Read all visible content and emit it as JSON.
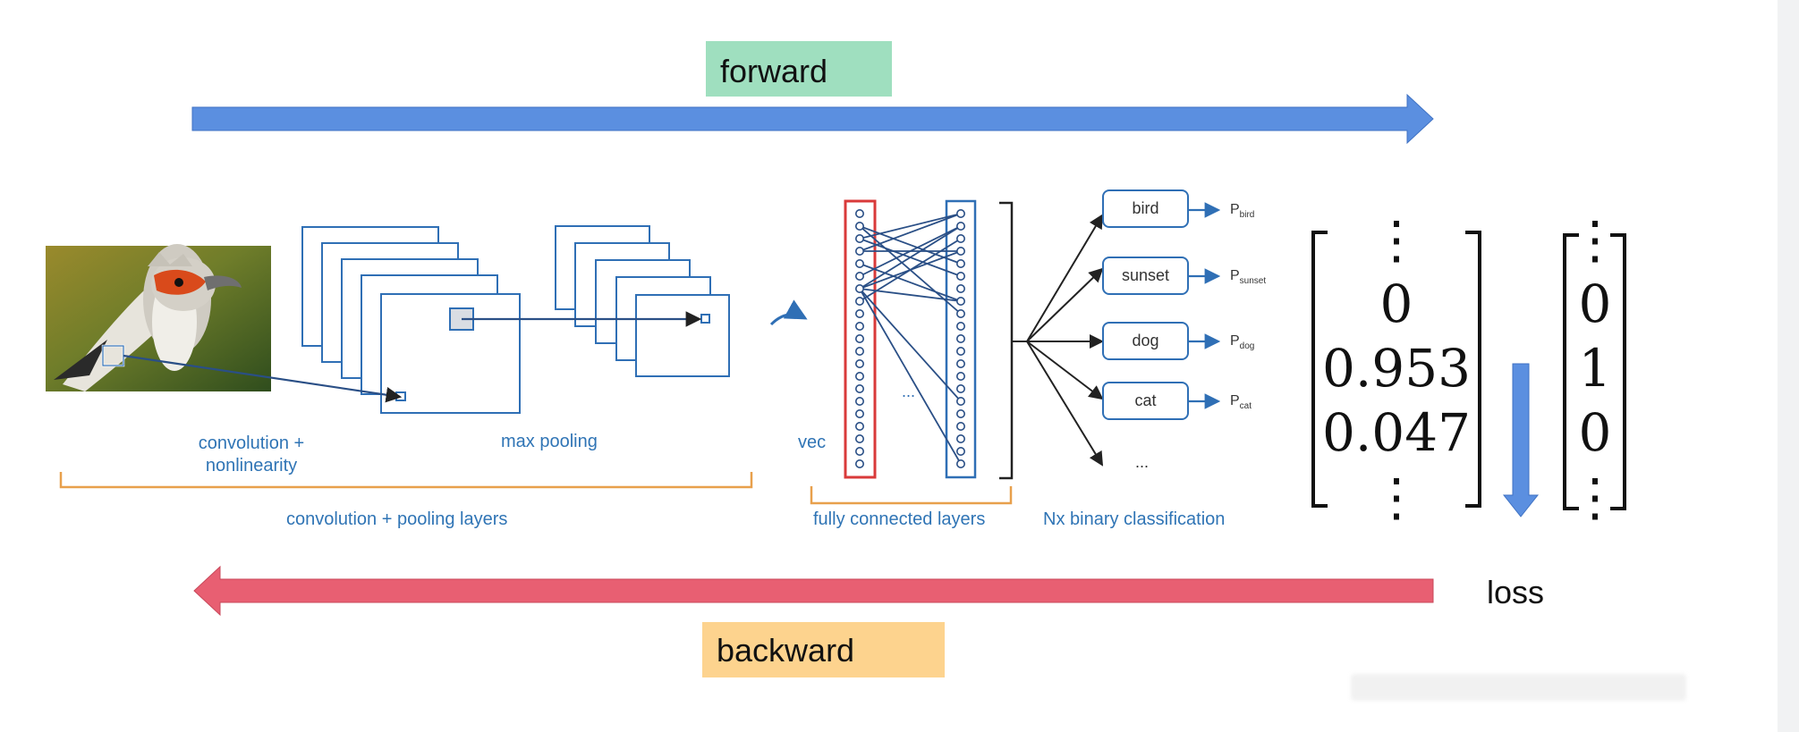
{
  "labels": {
    "forward": "forward",
    "backward": "backward",
    "loss": "loss",
    "conv_nonlin_line1": "convolution +",
    "conv_nonlin_line2": "nonlinearity",
    "max_pooling": "max pooling",
    "conv_pool_layers": "convolution + pooling layers",
    "vec": "vec",
    "fully_connected": "fully connected layers",
    "binary_classification": "Nx binary classification",
    "dots_middle": "...",
    "dots_classes": "..."
  },
  "classes": [
    {
      "label": "bird",
      "prob_letter": "P",
      "prob_sub": "bird"
    },
    {
      "label": "sunset",
      "prob_letter": "P",
      "prob_sub": "sunset"
    },
    {
      "label": "dog",
      "prob_letter": "P",
      "prob_sub": "dog"
    },
    {
      "label": "cat",
      "prob_letter": "P",
      "prob_sub": "cat"
    }
  ],
  "prediction_vector": {
    "top": "⋮",
    "values": [
      "0",
      "0.953",
      "0.047"
    ],
    "bottom": "⋮"
  },
  "target_vector": {
    "top": "⋮",
    "values": [
      "0",
      "1",
      "0"
    ],
    "bottom": "⋮"
  },
  "colors": {
    "forward_arrow": "#5b8fe0",
    "backward_arrow": "#e85f72",
    "forward_label_bg": "#9fdfbf",
    "backward_label_bg": "#fdd38e",
    "diagram_blue": "#2f6fb5",
    "bracket_orange": "#e8a04c",
    "vec_red": "#d93a3a"
  }
}
